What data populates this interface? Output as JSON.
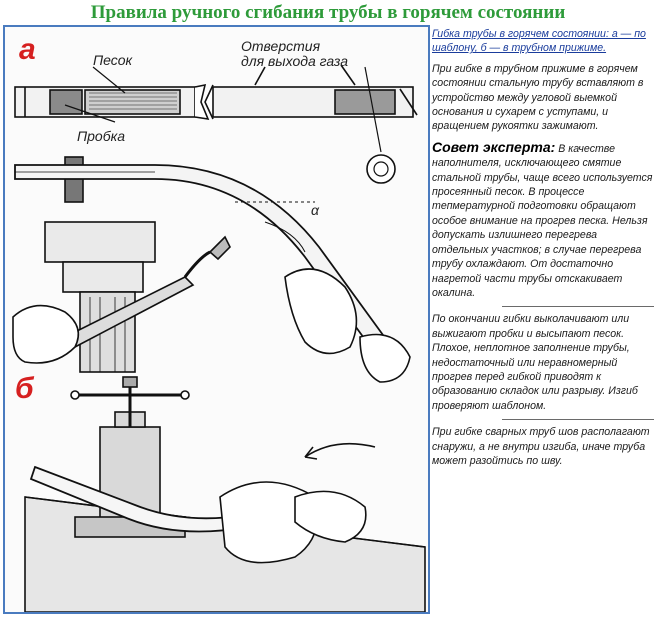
{
  "title": "Правила ручного сгибания трубы в горячем состоянии",
  "figure": {
    "panel_a": "а",
    "panel_b": "б",
    "label_sand": "Песок",
    "label_holes_line1": "Отверстия",
    "label_holes_line2": "для выхода газа",
    "label_plug": "Пробка",
    "label_angle": "α"
  },
  "sidebar": {
    "caption": "Гибка трубы в горячем состоянии: а — по шаблону, б — в трубном прижиме.",
    "para1": "При гибке в трубном прижиме в горячем состоянии стальную трубу вставляют в устройство между угловой выемкой основания и сухарем с уступами, и вращением рукоятки зажимают.",
    "advice_title": "Совет эксперта:",
    "advice_text": " В качестве наполнителя, исключающего смятие стальной трубы, чаще всего используется просеянный песок. В процессе тепмературной подготовки обращают особое внимание на прогрев песка. Нельзя допускать излишнего перегрева отдельных участков; в случае перегрева трубу охлаждают. От достаточно нагретой части трубы отскакивает окалина.",
    "para2": "По окончании гибки выколачивают или выжигают пробки и высыпают песок. Плохое, неплотное заполнение трубы, недостаточный или неравномерный прогрев перед гибкой приводят к образованию складок или разрыву. Изгиб проверяют шаблоном.",
    "para3": "При гибке сварных труб шов располагают снаружи, а не внутри изгиба, иначе труба может разойтись по шву."
  }
}
